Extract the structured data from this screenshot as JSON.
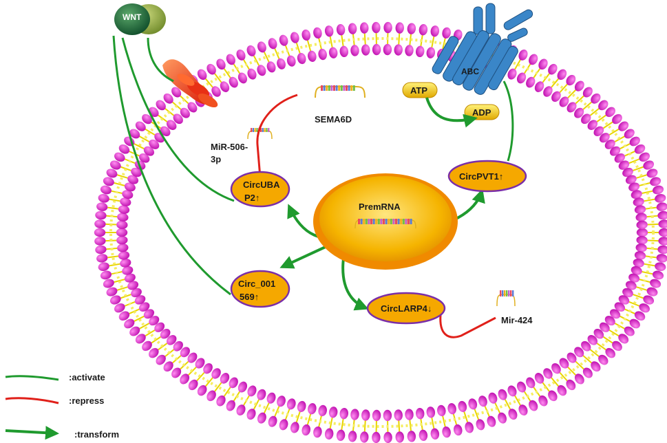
{
  "nodes": {
    "wnt": "WNT",
    "abc": "ABC",
    "atp": "ATP",
    "adp": "ADP",
    "sema6d": "SEMA6D",
    "mir506_line1": "MiR-506-",
    "mir506_line2": "3p",
    "circuba_line1": "CircUBA",
    "circuba_line2": "P2↑",
    "circpvt1": "CircPVT1↑",
    "premrna": "PremRNA",
    "circ001_line1": "Circ_001",
    "circ001_line2": "569↑",
    "circlarp4": "CircLARP4↓",
    "mir424": "Mir-424"
  },
  "legend": {
    "activate": ":activate",
    "repress": ":repress",
    "transform": ":transform"
  },
  "colors": {
    "activate": "#1f9a2e",
    "repress": "#e0201a",
    "membrane_head": "#e020c8",
    "membrane_tail": "#f0e020",
    "node_fill": "#f5a800",
    "node_border": "#7a2ea8",
    "receptor": "#3a86c8",
    "wnt": "#1c6b3c"
  }
}
